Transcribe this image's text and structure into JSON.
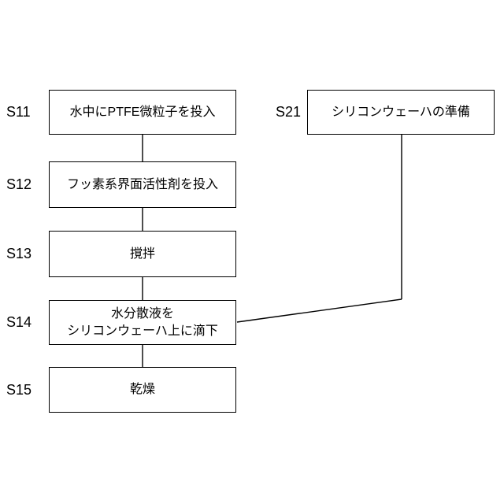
{
  "page": {
    "background_color": "#ffffff"
  },
  "diagram": {
    "type": "flowchart",
    "colors": {
      "box_border": "#000000",
      "connector": "#000000",
      "text": "#000000",
      "background": "#ffffff"
    },
    "left_steps": [
      {
        "id": "S11",
        "text": "水中にPTFE微粒子を投入"
      },
      {
        "id": "S12",
        "text": "フッ素系界面活性剤を投入"
      },
      {
        "id": "S13",
        "text": "撹拌"
      },
      {
        "id": "S14",
        "text": "水分散液を\nシリコンウェーハ上に滴下"
      },
      {
        "id": "S15",
        "text": "乾燥"
      }
    ],
    "right_steps": [
      {
        "id": "S21",
        "text": "シリコンウェーハの準備"
      }
    ],
    "connections": [
      {
        "from": "S11",
        "to": "S12"
      },
      {
        "from": "S12",
        "to": "S13"
      },
      {
        "from": "S13",
        "to": "S14"
      },
      {
        "from": "S14",
        "to": "S15"
      },
      {
        "from": "S21",
        "to": "S14"
      }
    ]
  }
}
